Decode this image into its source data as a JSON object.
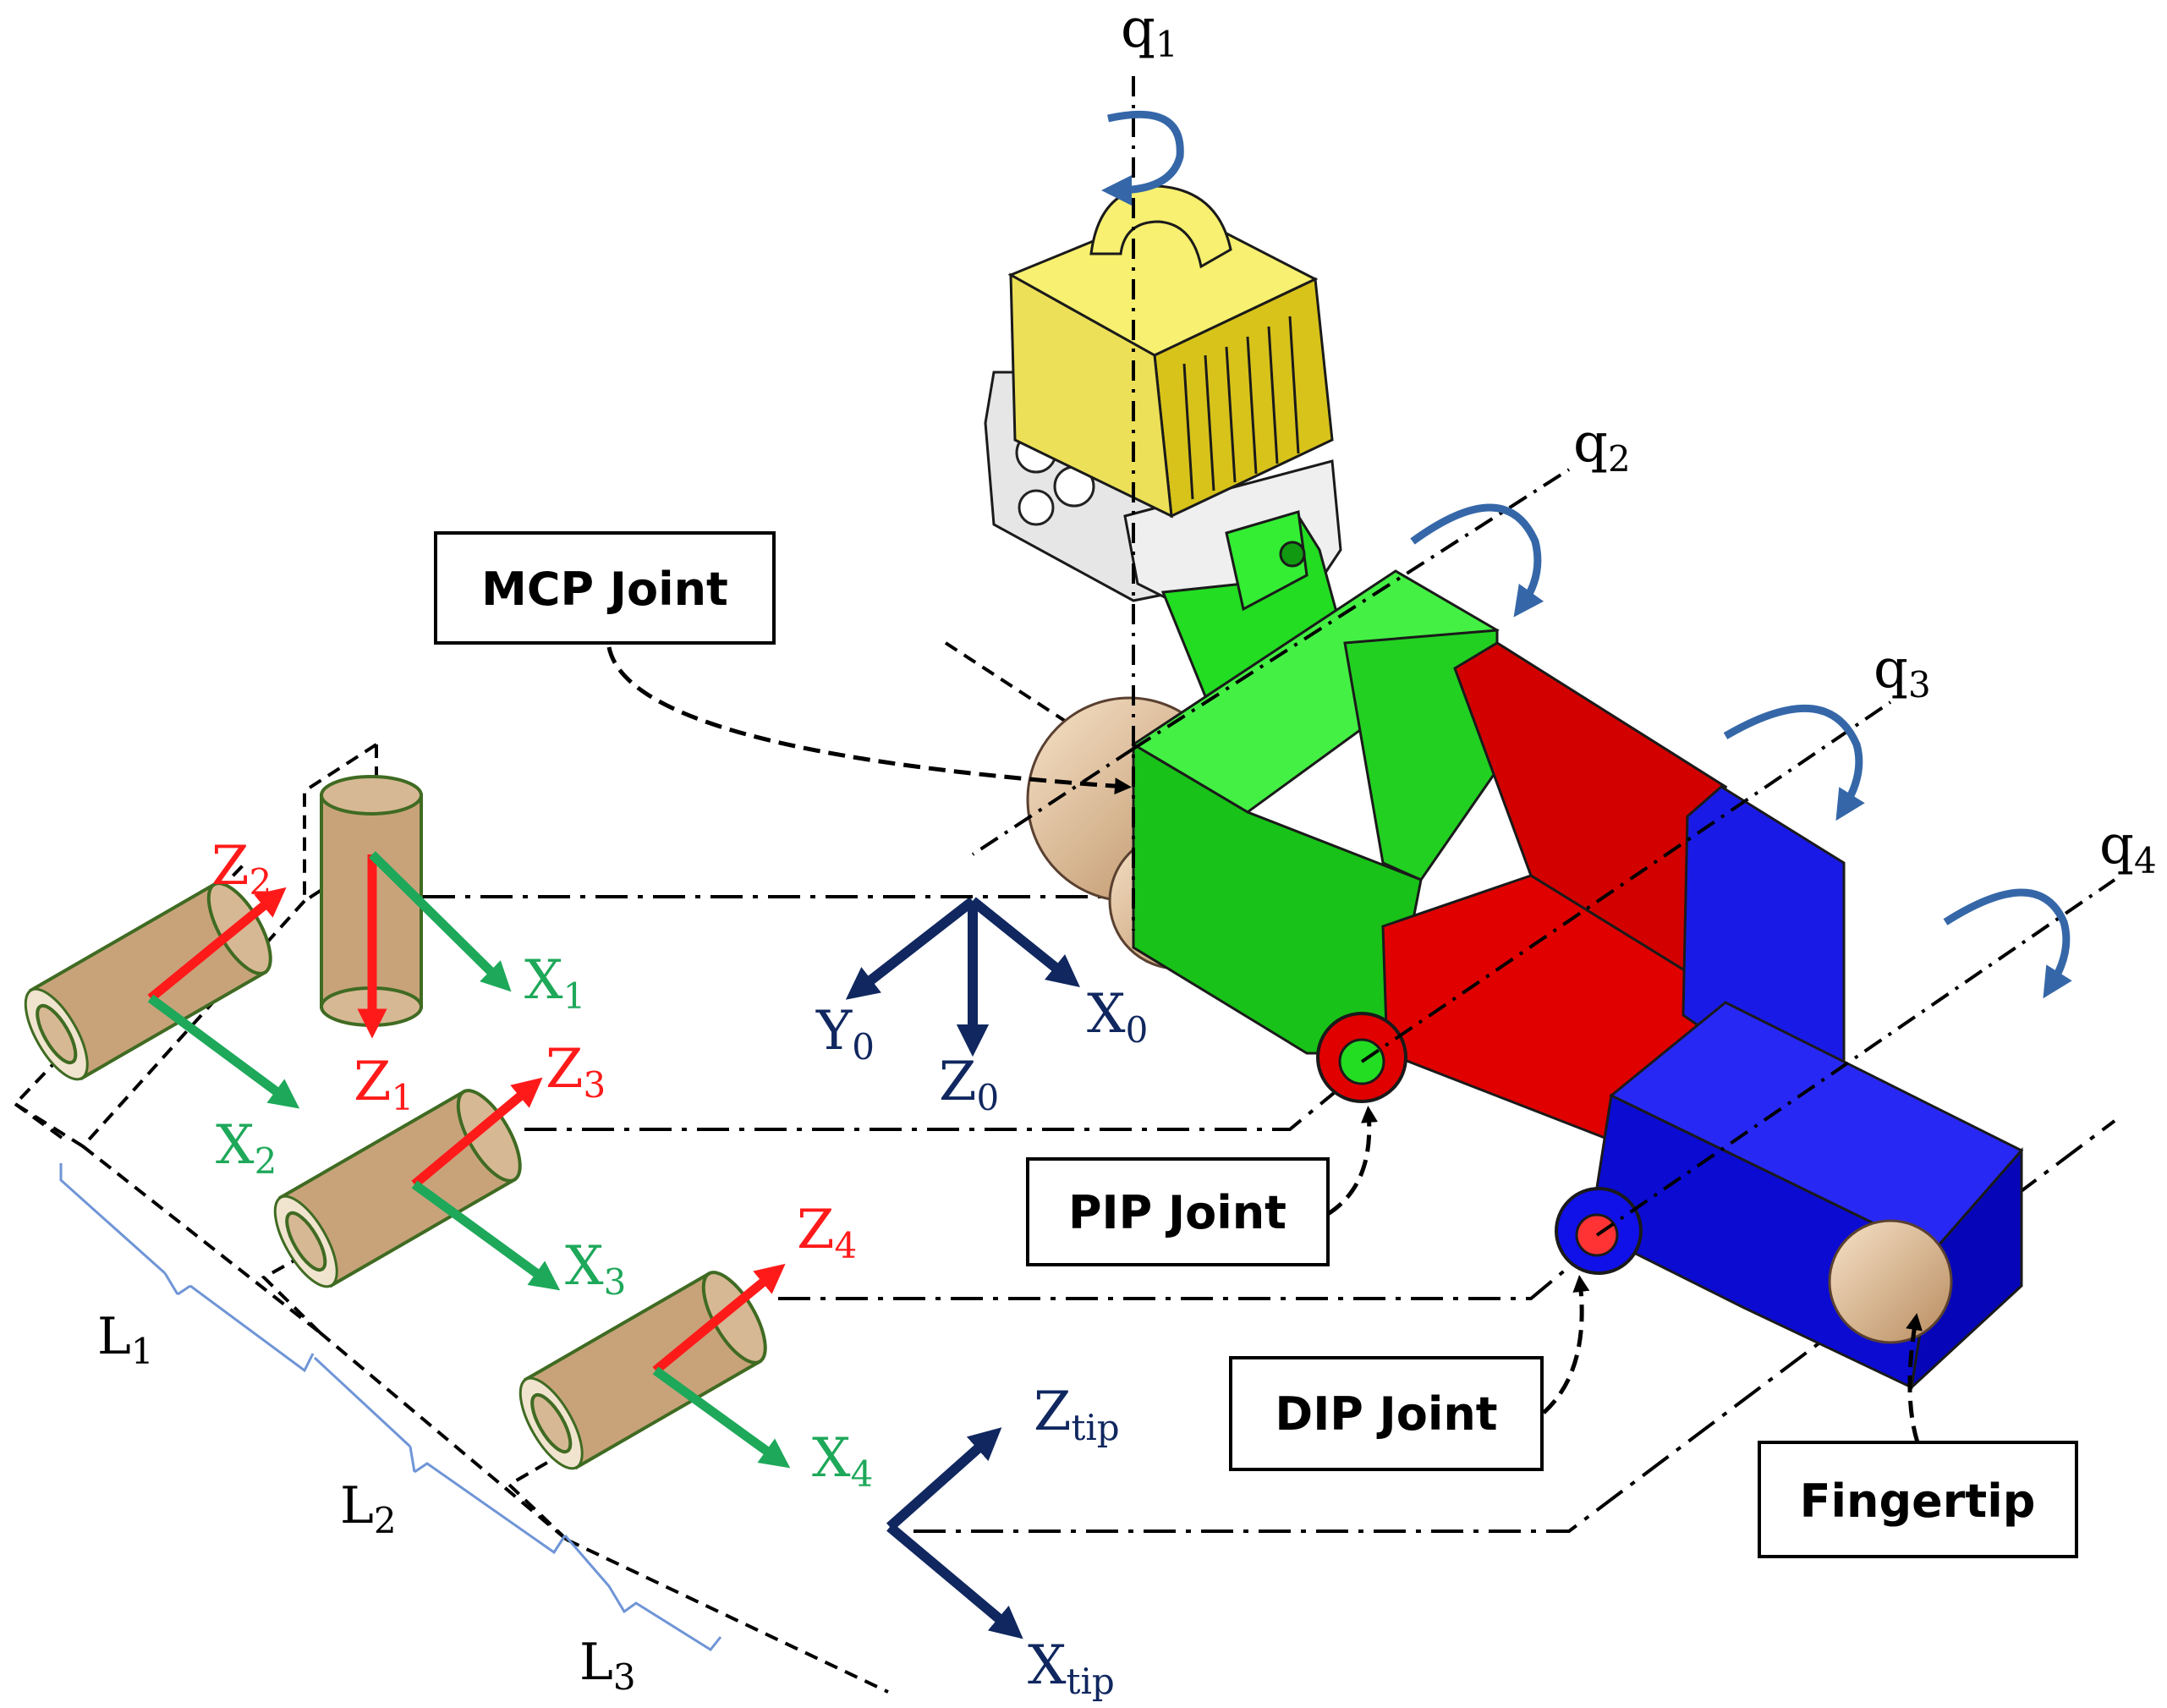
{
  "axes": {
    "q1": {
      "base": "q",
      "sub": "1"
    },
    "q2": {
      "base": "q",
      "sub": "2"
    },
    "q3": {
      "base": "q",
      "sub": "3"
    },
    "q4": {
      "base": "q",
      "sub": "4"
    }
  },
  "frames": {
    "z1": {
      "base": "Z",
      "sub": "1"
    },
    "x1": {
      "base": "X",
      "sub": "1"
    },
    "z2": {
      "base": "Z",
      "sub": "2"
    },
    "x2": {
      "base": "X",
      "sub": "2"
    },
    "z3": {
      "base": "Z",
      "sub": "3"
    },
    "x3": {
      "base": "X",
      "sub": "3"
    },
    "z4": {
      "base": "Z",
      "sub": "4"
    },
    "x4": {
      "base": "X",
      "sub": "4"
    },
    "y0": {
      "base": "Y",
      "sub": "0"
    },
    "z0": {
      "base": "Z",
      "sub": "0"
    },
    "x0": {
      "base": "X",
      "sub": "0"
    },
    "ztip": {
      "base": "Z",
      "sub": "tip"
    },
    "xtip": {
      "base": "X",
      "sub": "tip"
    }
  },
  "lengths": {
    "l1": {
      "base": "L",
      "sub": "1"
    },
    "l2": {
      "base": "L",
      "sub": "2"
    },
    "l3": {
      "base": "L",
      "sub": "3"
    }
  },
  "callouts": {
    "mcp": "MCP Joint",
    "pip": "PIP Joint",
    "dip": "DIP Joint",
    "tip": "Fingertip"
  },
  "colors": {
    "z_axis": "#ff1a1a",
    "x_axis": "#1ea85a",
    "base_frame": "#10275f",
    "rotation": "#3567a8",
    "actuator": "#f2e02a",
    "proximal": "#22dd22",
    "middle": "#e00000",
    "distal": "#1010e8",
    "joint_cylinder": "#c8a37a"
  }
}
